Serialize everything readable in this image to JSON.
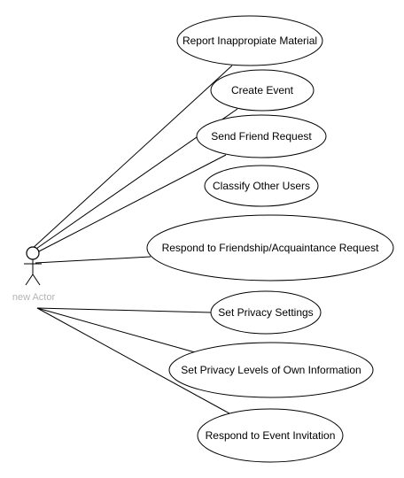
{
  "actor": {
    "name": "new Actor"
  },
  "use_cases": [
    {
      "id": "report-inappropriate-material",
      "label": "Report Inappropiate Material"
    },
    {
      "id": "create-event",
      "label": "Create Event"
    },
    {
      "id": "send-friend-request",
      "label": "Send Friend Request"
    },
    {
      "id": "classify-other-users",
      "label": "Classify Other Users"
    },
    {
      "id": "respond-to-friendship-request",
      "label": "Respond to Friendship/Acquaintance Request"
    },
    {
      "id": "set-privacy-settings",
      "label": "Set Privacy Settings"
    },
    {
      "id": "set-privacy-levels",
      "label": "Set Privacy Levels of Own Information"
    },
    {
      "id": "respond-to-event-invitation",
      "label": "Respond to Event Invitation"
    }
  ]
}
